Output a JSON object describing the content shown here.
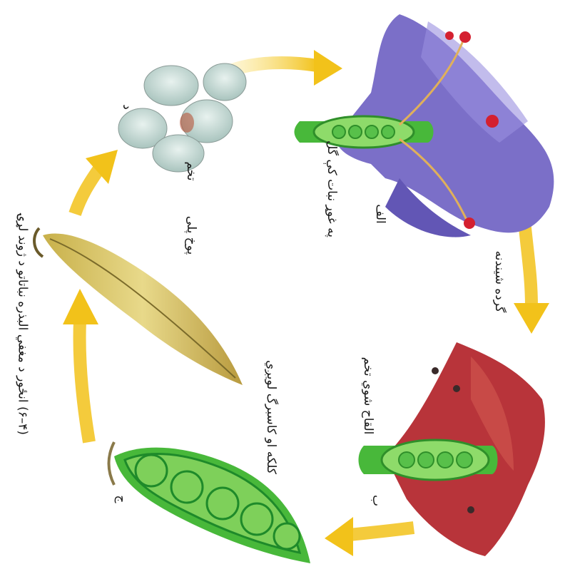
{
  "labels": {
    "alef": "الف",
    "be": "ب",
    "jim": "ج",
    "dal": "د",
    "flower_parts": "په غوړ نبات کې گل",
    "pollination": "گرده شيندنه",
    "fertilization": "القاح شوي تخم",
    "fruit_growth": "کلکه او کاسبرگ لويږي",
    "ripe_pod": "پوخ پلی",
    "seeds": "تخم",
    "caption": "(۴–۶) انځور د مغفي البذره نباتاتو د ژوند لړۍ"
  },
  "colors": {
    "arrow": "#f2c21a",
    "petal_blue": "#7b6fc8",
    "petal_red": "#b8343a",
    "pod_green": "#48b83a",
    "pod_ripe": "#d6c25a",
    "seed": "#c9dcd8"
  }
}
